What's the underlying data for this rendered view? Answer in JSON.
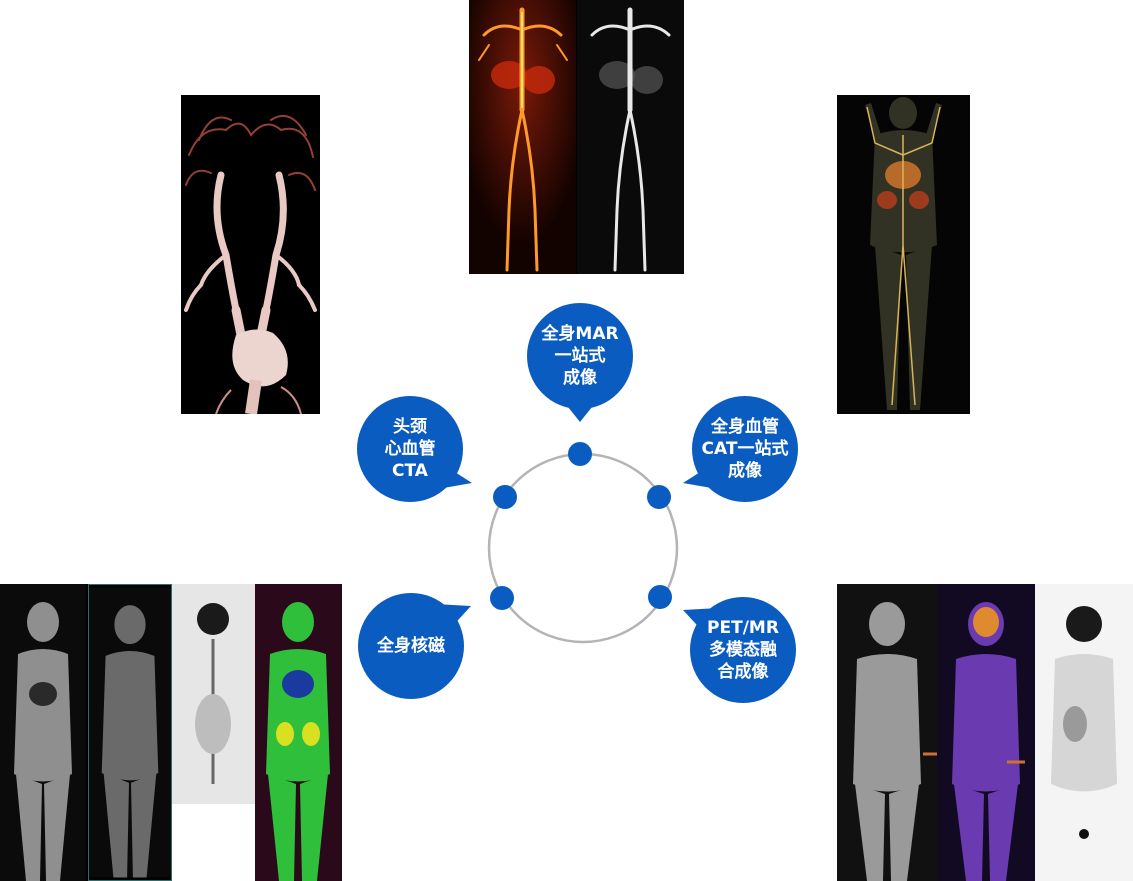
{
  "colors": {
    "accent": "#0b5cc0",
    "ring": "#b4b4b4",
    "panel_background": "#000000",
    "vessel_red": "#e23a12",
    "vessel_pink": "#e8c7c2"
  },
  "center": {
    "nodes": [
      {
        "id": "node-mar"
      },
      {
        "id": "node-cat"
      },
      {
        "id": "node-petmr"
      },
      {
        "id": "node-wholebody-mr"
      },
      {
        "id": "node-head-neck-cta"
      }
    ]
  },
  "bubbles": [
    {
      "id": "bubble-wholebody-mar",
      "text": "全身MAR\n一站式\n成像"
    },
    {
      "id": "bubble-wholebody-vascular-cat",
      "text": "全身血管\nCAT一站式\n成像"
    },
    {
      "id": "bubble-pet-mr",
      "text": "PET/MR\n多模态融\n合成像"
    },
    {
      "id": "bubble-wholebody-mr",
      "text": "全身核磁"
    },
    {
      "id": "bubble-head-neck-cta",
      "text": "头颈\n心血管\nCTA"
    }
  ],
  "images": [
    {
      "id": "head-neck-cta-render",
      "icon": "3d-vessel-render"
    },
    {
      "id": "wholebody-angiography-mip",
      "icon": "angiography-mip"
    },
    {
      "id": "wholebody-vascular-render",
      "icon": "wholebody-3d-render"
    },
    {
      "id": "wholebody-mri-series",
      "icon": "mri-coronal-series"
    },
    {
      "id": "pet-mr-fusion-series",
      "icon": "pet-mr-fusion"
    }
  ]
}
